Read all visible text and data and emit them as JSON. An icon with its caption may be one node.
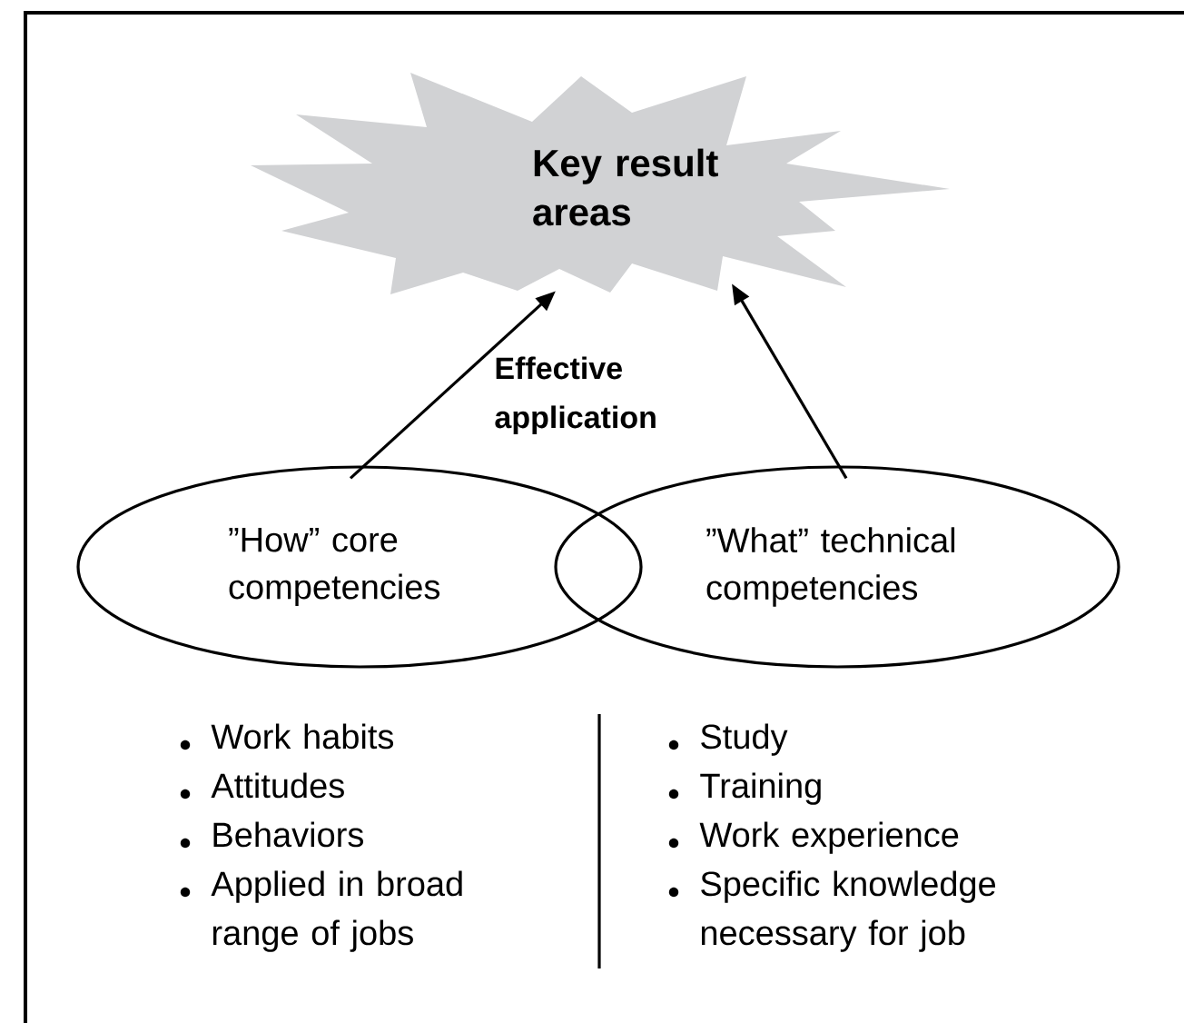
{
  "diagram": {
    "nodes": [
      {
        "text": [
          "Key result areas"
        ]
      },
      {
        "text": [
          "”How” core competencies"
        ]
      },
      {
        "text": [
          "”What” technical competencies"
        ]
      }
    ],
    "edges": [
      {
        "from": 1,
        "to": 0,
        "arrow": "to"
      },
      {
        "from": 2,
        "to": 0,
        "arrow": "to"
      }
    ],
    "labels": [
      "Effective application",
      "Work habits",
      "Attitudes",
      "Behaviors",
      "Applied in broad range of jobs",
      "Study",
      "Training",
      "Work experience",
      "Specific knowledge necessary for job"
    ]
  }
}
